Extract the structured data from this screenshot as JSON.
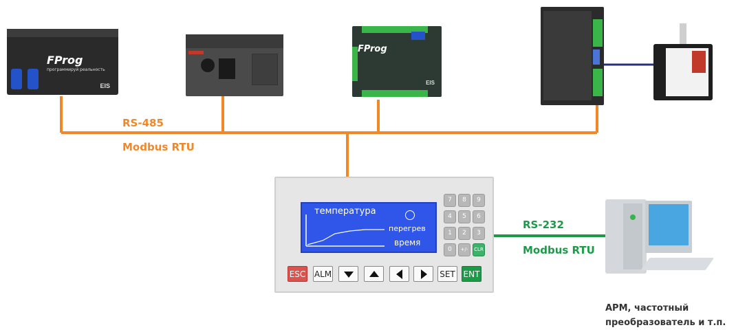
{
  "bus_rs485": {
    "name": "RS-485",
    "protocol": "Modbus RTU",
    "color": "#f0882a"
  },
  "bus_rs232": {
    "name": "RS-232",
    "protocol": "Modbus RTU",
    "color": "#1d9a48"
  },
  "devices": {
    "plc1": {
      "brand": "FProg",
      "subtitle": "программируй реальность",
      "mark": "EIS"
    },
    "plc3": {
      "brand": "FProg",
      "mark": "EIS"
    }
  },
  "hmi": {
    "screen": {
      "title": "температура",
      "alarm": "перегрев",
      "axis": "время"
    },
    "keypad": [
      "7",
      "8",
      "9",
      "4",
      "5",
      "6",
      "1",
      "2",
      "3",
      "0",
      "+/-",
      "CLR"
    ],
    "buttons": {
      "esc": "ESC",
      "alm": "ALM",
      "set": "SET",
      "ent": "ENT"
    }
  },
  "caption": {
    "line1": "АРМ, частотный",
    "line2": "преобразователь и т.п."
  }
}
